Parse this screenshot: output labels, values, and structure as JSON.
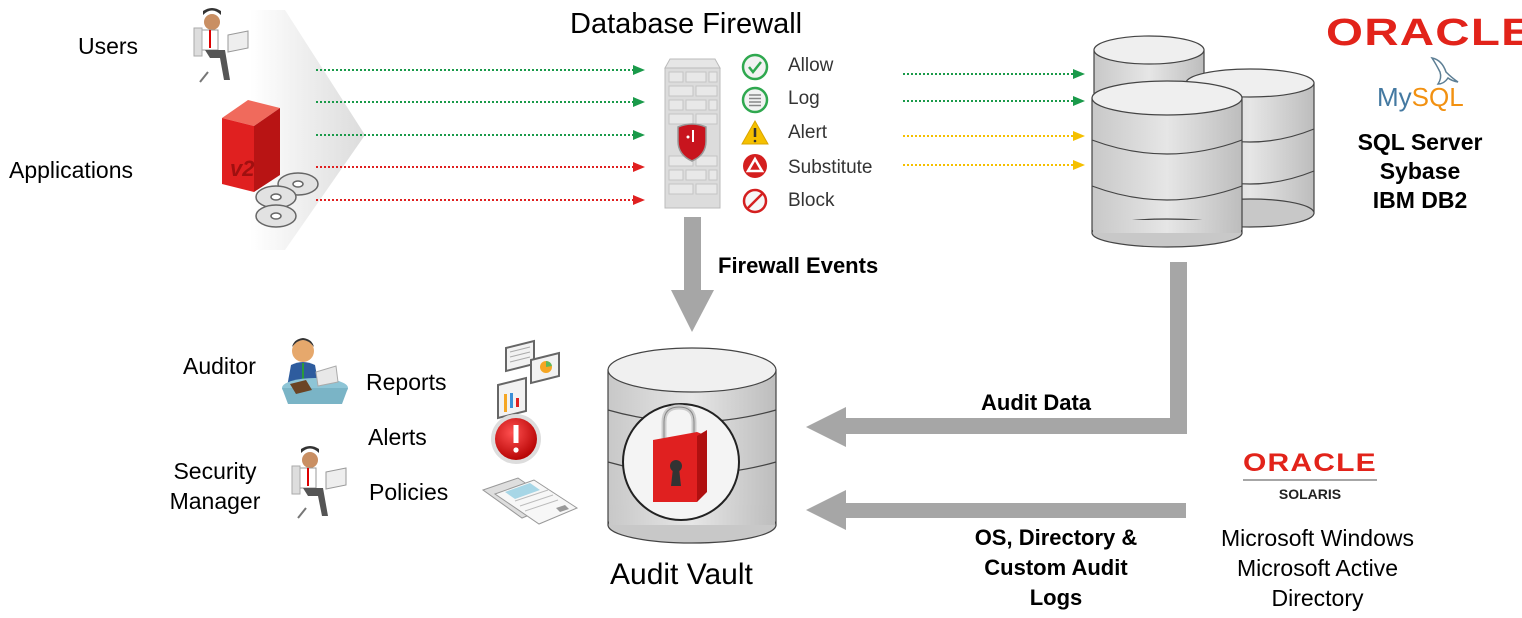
{
  "sources": {
    "users_label": "Users",
    "applications_label": "Applications"
  },
  "firewall": {
    "title": "Database Firewall",
    "actions": [
      {
        "label": "Allow",
        "icon": "check-circle-icon",
        "color": "#1a9a4a"
      },
      {
        "label": "Log",
        "icon": "log-list-icon",
        "color": "#1a9a4a"
      },
      {
        "label": "Alert",
        "icon": "warning-triangle-icon",
        "color": "#f5b800"
      },
      {
        "label": "Substitute",
        "icon": "substitute-icon",
        "color": "#d41f1f"
      },
      {
        "label": "Block",
        "icon": "block-icon",
        "color": "#d41f1f"
      }
    ],
    "events_label": "Firewall Events"
  },
  "flows": {
    "inbound": [
      "green",
      "green",
      "green",
      "red",
      "red"
    ],
    "outbound": [
      "green",
      "green",
      "yellow",
      "yellow"
    ],
    "colors": {
      "green": "#1a9a4a",
      "red": "#e02020",
      "yellow": "#f5c000",
      "gray": "#a6a6a6"
    }
  },
  "databases": {
    "oracle_logo": "ORACLE",
    "mysql_logo_my": "My",
    "mysql_logo_sql": "SQL",
    "list": [
      "SQL Server",
      "Sybase",
      "IBM DB2"
    ]
  },
  "vault": {
    "label": "Audit Vault",
    "audit_data_label": "Audit Data",
    "os_logs_label": [
      "OS, Directory &",
      "Custom Audit",
      "Logs"
    ]
  },
  "os_sources": {
    "oracle_logo": "ORACLE",
    "solaris_label": "SOLARIS",
    "list": [
      "Microsoft Windows",
      "Microsoft Active",
      "Directory"
    ]
  },
  "consumers": {
    "auditor_label": "Auditor",
    "security_manager_label": [
      "Security",
      "Manager"
    ],
    "outputs": [
      "Reports",
      "Alerts",
      "Policies"
    ]
  },
  "brand_colors": {
    "oracle_red": "#e2231a",
    "mysql_blue": "#4479a1",
    "mysql_orange": "#f29111"
  }
}
